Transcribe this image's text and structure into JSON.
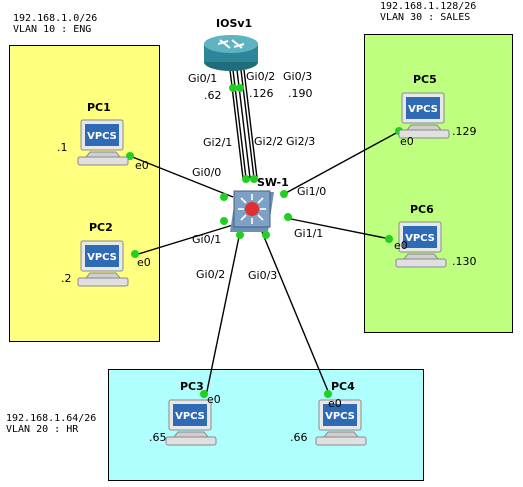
{
  "colors": {
    "eng_area": "#ffff80",
    "sales_area": "#bfff80",
    "hr_area": "#b0ffff",
    "link": "#000000",
    "port_dot": "#1fd11f"
  },
  "areas": {
    "eng": {
      "subnet": "192.168.1.0/26",
      "vlan": "VLAN 10 : ENG"
    },
    "sales": {
      "subnet": "192.168.1.128/26",
      "vlan": "VLAN 30 : SALES"
    },
    "hr": {
      "subnet": "192.168.1.64/26",
      "vlan": "VLAN 20 : HR"
    }
  },
  "router": {
    "name": "IOSv1",
    "icon": "router-icon",
    "ports": {
      "p1": "Gi0/1",
      "p2": "Gi0/2",
      "p3": "Gi0/3"
    },
    "ips": {
      "p1": ".62",
      "p2": ".126",
      "p3": ".190"
    }
  },
  "switch": {
    "name": "SW-1",
    "icon": "switch-icon",
    "ports": {
      "uplink1": "Gi2/1",
      "uplink2": "Gi2/2",
      "uplink3": "Gi2/3",
      "g00": "Gi0/0",
      "g01": "Gi0/1",
      "g02": "Gi0/2",
      "g03": "Gi0/3",
      "g10": "Gi1/0",
      "g11": "Gi1/1"
    }
  },
  "pcs": [
    {
      "name": "PC1",
      "iface": "e0",
      "ip": ".1",
      "screen": "VPCS"
    },
    {
      "name": "PC2",
      "iface": "e0",
      "ip": ".2",
      "screen": "VPCS"
    },
    {
      "name": "PC3",
      "iface": "e0",
      "ip": ".65",
      "screen": "VPCS"
    },
    {
      "name": "PC4",
      "iface": "e0",
      "ip": ".66",
      "screen": "VPCS"
    },
    {
      "name": "PC5",
      "iface": "e0",
      "ip": ".129",
      "screen": "VPCS"
    },
    {
      "name": "PC6",
      "iface": "e0",
      "ip": ".130",
      "screen": "VPCS"
    }
  ]
}
